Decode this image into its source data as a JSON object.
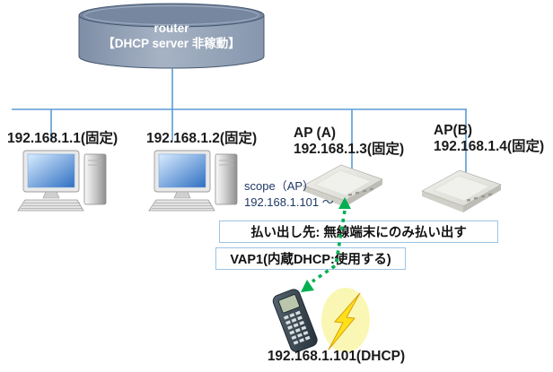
{
  "router": {
    "label": "router",
    "status": "【DHCP server 非稼動】"
  },
  "devices": {
    "pcs": [
      {
        "label": "192.168.1.1(固定)"
      },
      {
        "label": "192.168.1.2(固定)"
      }
    ],
    "aps": [
      {
        "name": "AP (A)",
        "label": "192.168.1.3(固定)"
      },
      {
        "name": "AP(B)",
        "label": "192.168.1.4(固定)"
      }
    ],
    "terminal": {
      "label": "192.168.1.101(DHCP)"
    }
  },
  "scope": {
    "line1": "scope（AP）",
    "line2": "192.168.1.101 ～"
  },
  "notes": [
    {
      "text": "払い出し先: 無線端末にのみ払い出す"
    },
    {
      "text": "VAP1(内蔵DHCP:使用する)"
    }
  ],
  "colors": {
    "network_line": "#5B9BD5",
    "dhcp_arrow": "#00B050",
    "note_border": "#9DC3E6",
    "scope_text": "#1F3864",
    "router_fill": "#8D9CB3",
    "lightning_yellow": "#FFE119",
    "lightning_halo": "#FAF7B4"
  }
}
